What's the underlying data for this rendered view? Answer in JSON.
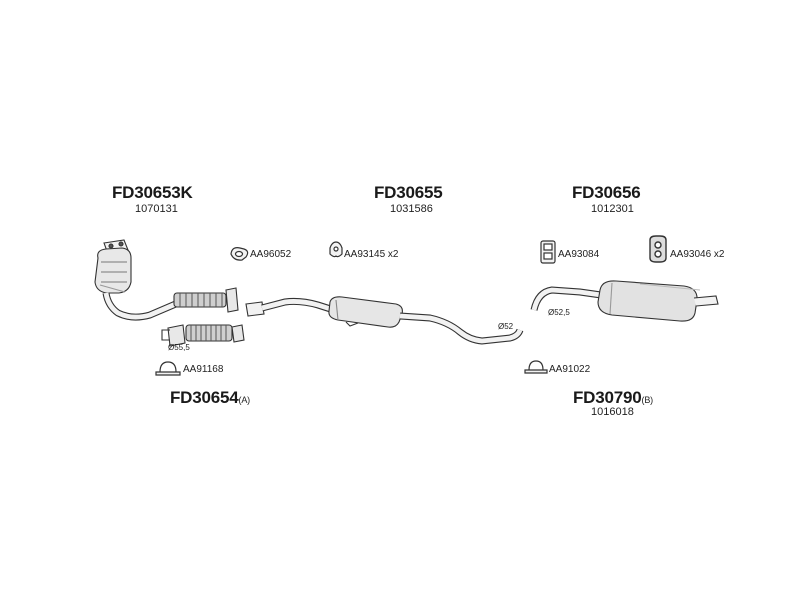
{
  "parts": {
    "cat_front": {
      "code": "FD30653K",
      "number": "1070131"
    },
    "middle": {
      "code": "FD30655",
      "number": "1031586"
    },
    "rear": {
      "code": "FD30656",
      "number": "1012301"
    },
    "flex_pipe": {
      "code": "FD30654",
      "suffix": "(A)"
    },
    "rear_b": {
      "code": "FD30790",
      "suffix": "(B)",
      "number": "1016018"
    }
  },
  "accessories": {
    "gasket": {
      "label": "AA96052"
    },
    "hanger_a": {
      "label": "AA93145 x2"
    },
    "hanger_b": {
      "label": "AA93084"
    },
    "hanger_c": {
      "label": "AA93046 x2"
    },
    "clamp_front": {
      "label": "AA91168"
    },
    "clamp_rear": {
      "label": "AA91022"
    }
  },
  "dimensions": {
    "d_flex": "Ø55,5",
    "d_mid": "Ø52",
    "d_rear": "Ø52,5"
  },
  "colors": {
    "line": "#333333",
    "fill": "#f2f2f2",
    "shade": "#bdbdbd",
    "dark": "#555555"
  }
}
